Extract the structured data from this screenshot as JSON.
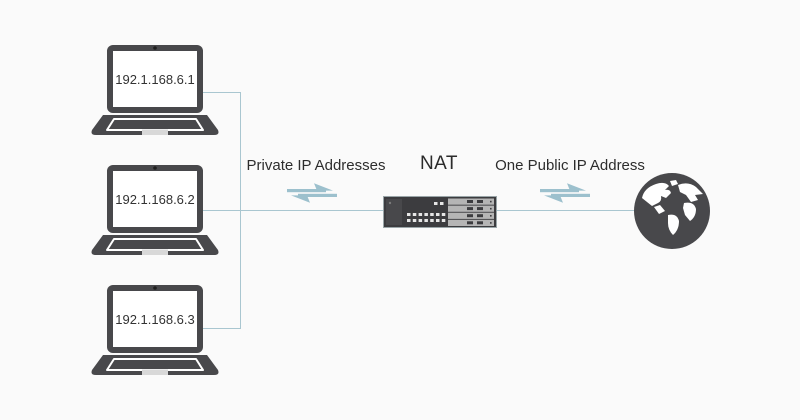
{
  "labels": {
    "private": "Private IP Addresses",
    "nat": "NAT",
    "public": "One Public IP Address"
  },
  "laptops": [
    {
      "ip": "192.1.168.6.1"
    },
    {
      "ip": "192.1.168.6.2"
    },
    {
      "ip": "192.1.168.6.3"
    }
  ],
  "icons": {
    "laptop": "laptop-icon",
    "router": "nat-router-icon",
    "globe": "internet-globe-icon",
    "arrows": "bidirectional-arrows-icon"
  },
  "colors": {
    "background": "#fafafa",
    "device": "#48484b",
    "device_dark": "#3c3c3f",
    "bay": "#b5b5b5",
    "line": "#a9c6d0",
    "arrow": "#9cc0cd",
    "text": "#2d2d2d"
  }
}
